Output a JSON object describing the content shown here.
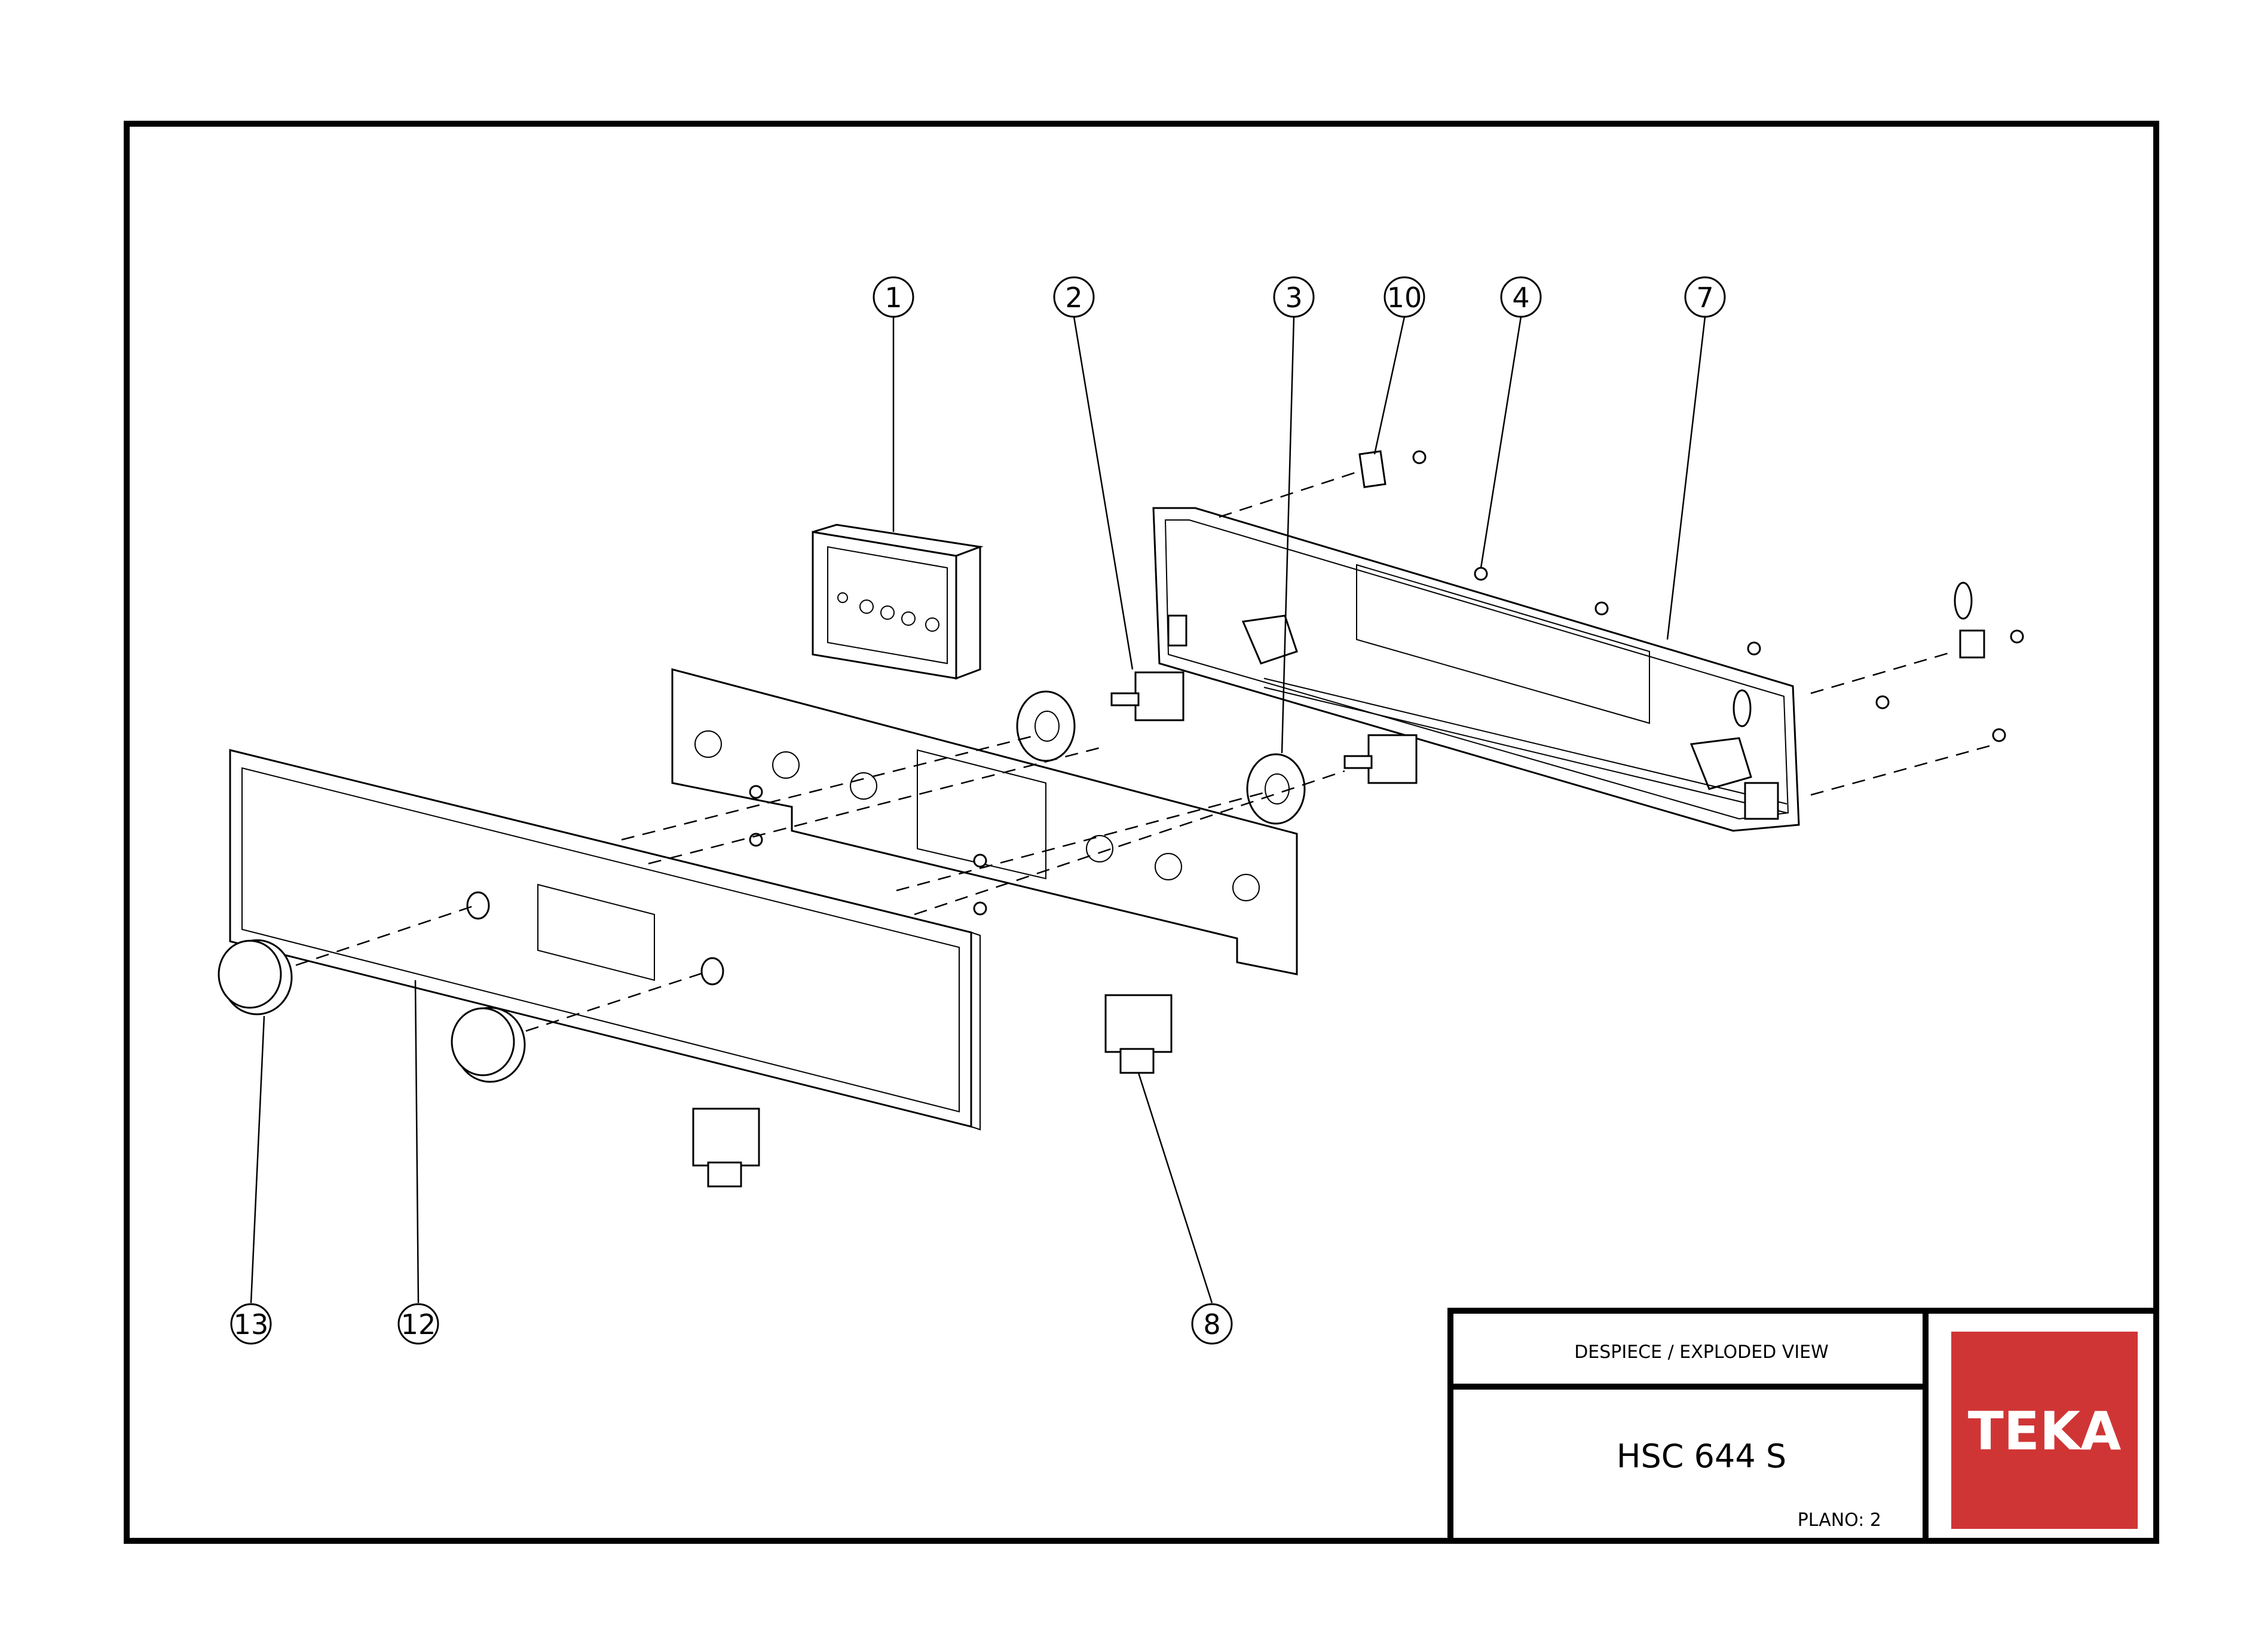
{
  "title_block": {
    "header": "DESPIECE / EXPLODED VIEW",
    "model": "HSC 644 S",
    "plano": "PLANO: 2"
  },
  "logo": {
    "text": "TEKA",
    "color": "#d03535"
  },
  "callouts": [
    {
      "id": "callout-1",
      "label": "1"
    },
    {
      "id": "callout-2",
      "label": "2"
    },
    {
      "id": "callout-3",
      "label": "3"
    },
    {
      "id": "callout-10",
      "label": "10"
    },
    {
      "id": "callout-4",
      "label": "4"
    },
    {
      "id": "callout-7",
      "label": "7"
    },
    {
      "id": "callout-13",
      "label": "13"
    },
    {
      "id": "callout-12",
      "label": "12"
    },
    {
      "id": "callout-8",
      "label": "8"
    }
  ]
}
